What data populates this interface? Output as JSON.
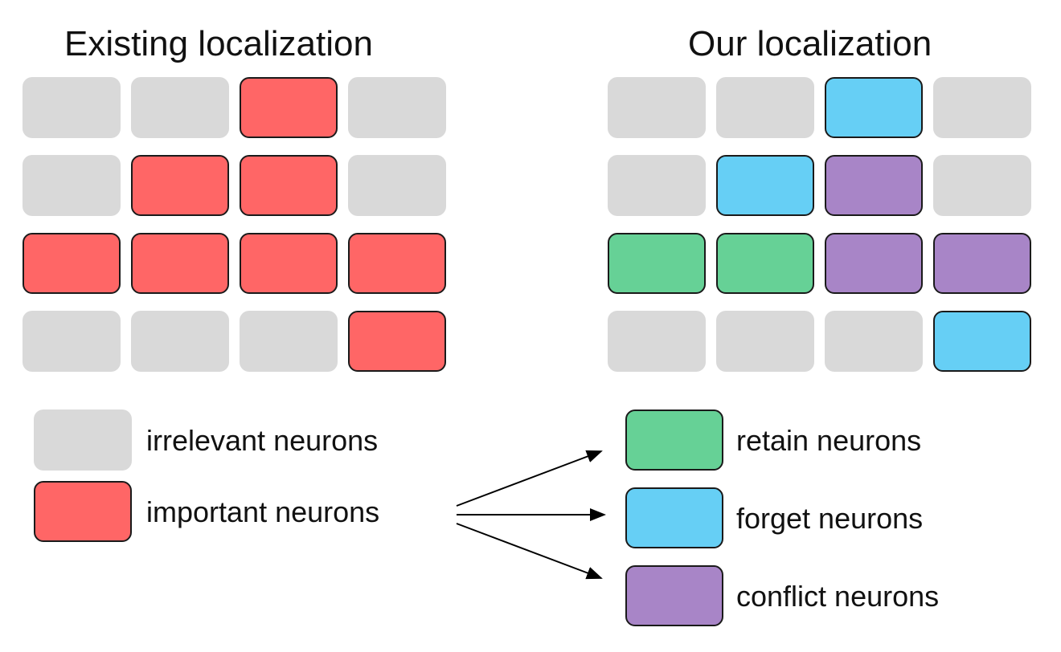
{
  "titles": {
    "left": "Existing localization",
    "right": "Our localization"
  },
  "colors": {
    "irrelevant": "#d9d9d9",
    "important": "#ff6666",
    "retain": "#66d196",
    "forget": "#66cff5",
    "conflict": "#a885c7"
  },
  "grids": {
    "left": [
      [
        "irrelevant",
        "irrelevant",
        "important",
        "irrelevant"
      ],
      [
        "irrelevant",
        "important",
        "important",
        "irrelevant"
      ],
      [
        "important",
        "important",
        "important",
        "important"
      ],
      [
        "irrelevant",
        "irrelevant",
        "irrelevant",
        "important"
      ]
    ],
    "right": [
      [
        "irrelevant",
        "irrelevant",
        "forget",
        "irrelevant"
      ],
      [
        "irrelevant",
        "forget",
        "conflict",
        "irrelevant"
      ],
      [
        "retain",
        "retain",
        "conflict",
        "conflict"
      ],
      [
        "irrelevant",
        "irrelevant",
        "irrelevant",
        "forget"
      ]
    ]
  },
  "legend": {
    "left": [
      {
        "type": "irrelevant",
        "label": "irrelevant neurons"
      },
      {
        "type": "important",
        "label": "important neurons"
      }
    ],
    "right": [
      {
        "type": "retain",
        "label": "retain neurons"
      },
      {
        "type": "forget",
        "label": "forget neurons"
      },
      {
        "type": "conflict",
        "label": "conflict neurons"
      }
    ]
  }
}
